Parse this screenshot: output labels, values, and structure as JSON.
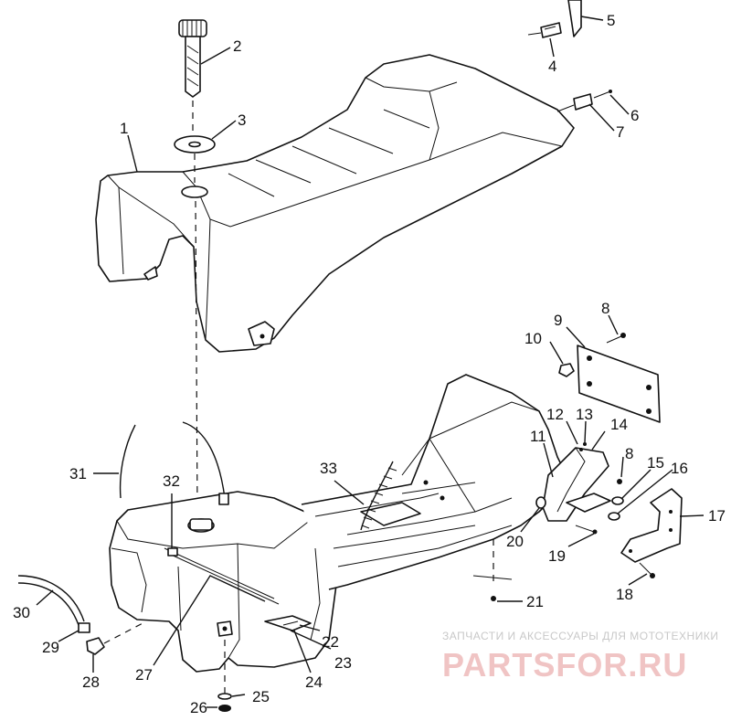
{
  "labels": {
    "c1": "1",
    "c2": "2",
    "c3": "3",
    "c4": "4",
    "c5": "5",
    "c6": "6",
    "c7": "7",
    "c8a": "8",
    "c8b": "8",
    "c9": "9",
    "c10": "10",
    "c11": "11",
    "c12": "12",
    "c13": "13",
    "c14": "14",
    "c15": "15",
    "c16": "16",
    "c17": "17",
    "c18": "18",
    "c19": "19",
    "c20": "20",
    "c21": "21",
    "c22": "22",
    "c23": "23",
    "c24": "24",
    "c25": "25",
    "c26": "26",
    "c27": "27",
    "c28": "28",
    "c29": "29",
    "c30": "30",
    "c31": "31",
    "c32": "32",
    "c33": "33"
  },
  "watermark": {
    "tagline": "ЗАПЧАСТИ И АКСЕССУАРЫ ДЛЯ МОТОТЕХНИКИ",
    "logo": "PARTSFOR.RU"
  },
  "colors": {
    "ink": "#111111",
    "watermark_logo": "#f0c4c4",
    "watermark_text": "#c8c8c8"
  }
}
